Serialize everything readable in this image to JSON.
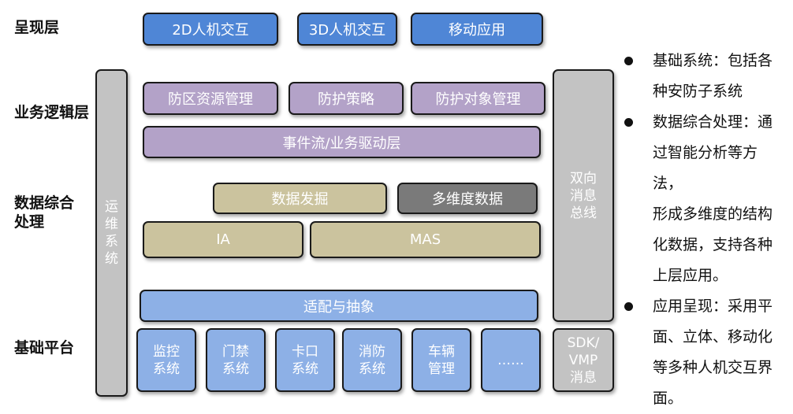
{
  "layers": {
    "presentation": "呈现层",
    "business_logic": "业务逻辑层",
    "data_processing_1": "数据综合",
    "data_processing_2": "处理",
    "base_platform": "基础平台"
  },
  "presentation_boxes": [
    "2D人机交互",
    "3D人机交互",
    "移动应用"
  ],
  "business_boxes": [
    "防区资源管理",
    "防护策略",
    "防护对象管理"
  ],
  "event_flow": "事件流/业务驱动层",
  "data_mining": "数据发掘",
  "multi_dim_data": "多维度数据",
  "ia": "IA",
  "mas": "MAS",
  "adapter": "适配与抽象",
  "ops_system": [
    "运",
    "维",
    "系",
    "统"
  ],
  "message_bus": [
    "双向",
    "消息",
    "总线"
  ],
  "sdk": [
    "SDK/",
    "VMP",
    "消息"
  ],
  "subsystems": [
    [
      "监控",
      "系统"
    ],
    [
      "门禁",
      "系统"
    ],
    [
      "卡口",
      "系统"
    ],
    [
      "消防",
      "系统"
    ],
    [
      "车辆",
      "管理"
    ],
    [
      "……"
    ]
  ],
  "bullets": [
    [
      "基础系统：包括各",
      "种安防子系统"
    ],
    [
      "数据综合处理：通",
      "过智能分析等方法，",
      "形成多维度的结构",
      "化数据，支持各种",
      "上层应用。"
    ],
    [
      "应用呈现：采用平",
      "面、立体、移动化",
      "等多种人机交互界",
      "面。"
    ]
  ]
}
